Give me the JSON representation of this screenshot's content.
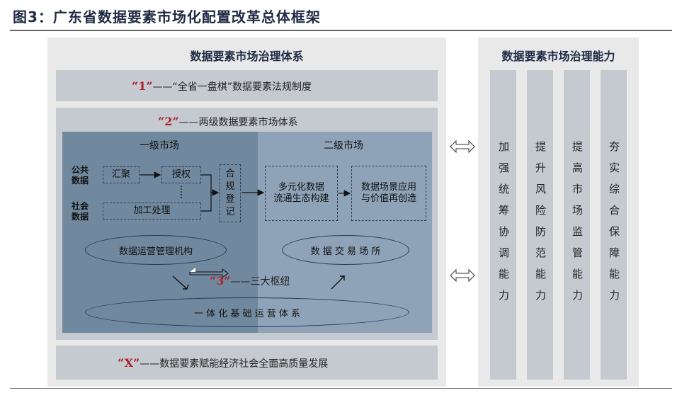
{
  "figure_title": "图3：广东省数据要素市场化配置改革总体框架",
  "left": {
    "title": "数据要素市场治理体系",
    "layer1": {
      "tag": "“1”",
      "dash": "——",
      "text": "“全省一盘棋”数据要素法规制度"
    },
    "layer2": {
      "tag": "“2”",
      "dash": "——",
      "text": "两级数据要素市场体系"
    },
    "primary_market": {
      "title": "一级市场",
      "public_data": "公共\n数据",
      "social_data": "社会\n数据",
      "aggregate": "汇聚",
      "authorize": "授权",
      "process": "加工处理",
      "compliance": "合\n规\n登\n记"
    },
    "secondary_market": {
      "title": "二级市场",
      "circulation": "多元化数据\n流通生态构建",
      "application": "数据场景应用\n与价值再创造"
    },
    "ops_agency": "数据运营管理机构",
    "exchange": "数 据 交 易 场 所",
    "layer3": {
      "tag": "“3”",
      "dash": "——",
      "text": "三大枢纽"
    },
    "foundation": "一  体  化  基  础  运  营  体  系",
    "layerX": {
      "tag": "“X”",
      "dash": "——",
      "text": "数据要素赋能经济社会全面高质量发展"
    }
  },
  "right": {
    "title": "数据要素市场治理能力",
    "columns": [
      "加强统筹协调能力",
      "提升风险防范能力",
      "提高市场监管能力",
      "夯实综合保障能力"
    ]
  },
  "colors": {
    "title": "#1f2a44",
    "accent_red": "#b01f24",
    "panel": "#e9e9e9",
    "band": "#c5cad1",
    "blue_left": "#71899f",
    "blue_right": "#8ea3b8"
  }
}
